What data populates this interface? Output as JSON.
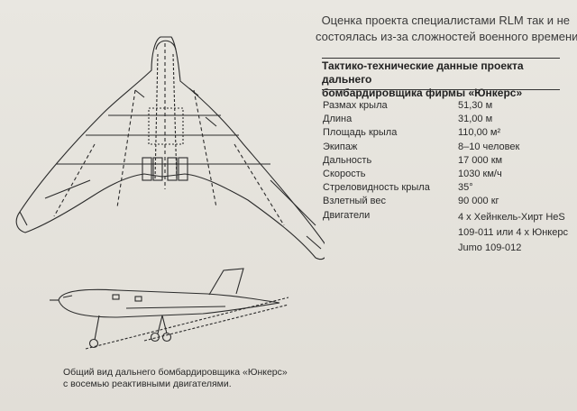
{
  "intro": {
    "line1": "Оценка проекта специалистами RLM так и не",
    "line2": "состоялась из-за сложностей военного времени."
  },
  "table": {
    "title_line1": "Тактико-технические данные проекта дальнего",
    "title_line2": "бомбардировщика фирмы «Юнкерс»",
    "rows": [
      {
        "label": "Размах крыла",
        "value": "51,30 м"
      },
      {
        "label": "Длина",
        "value": "31,00 м"
      },
      {
        "label": "Площадь крыла",
        "value": "110,00 м²"
      },
      {
        "label": "Экипаж",
        "value": "8–10 человек"
      },
      {
        "label": "Дальность",
        "value": "17 000 км"
      },
      {
        "label": "Скорость",
        "value": "1030 км/ч"
      },
      {
        "label": "Стреловидность крыла",
        "value": "35°"
      },
      {
        "label": "Взлетный вес",
        "value": "90 000 кг"
      }
    ],
    "engines": {
      "label": "Двигатели",
      "value_lines": [
        "4 x Хейнкель-Хирт HeS",
        "109-011 или 4 x Юнкерс",
        "Jumo 109-012"
      ]
    }
  },
  "caption": {
    "line1": "Общий вид дальнего бомбардировщика «Юнкерс»",
    "line2": "с восемью реактивными двигателями."
  }
}
